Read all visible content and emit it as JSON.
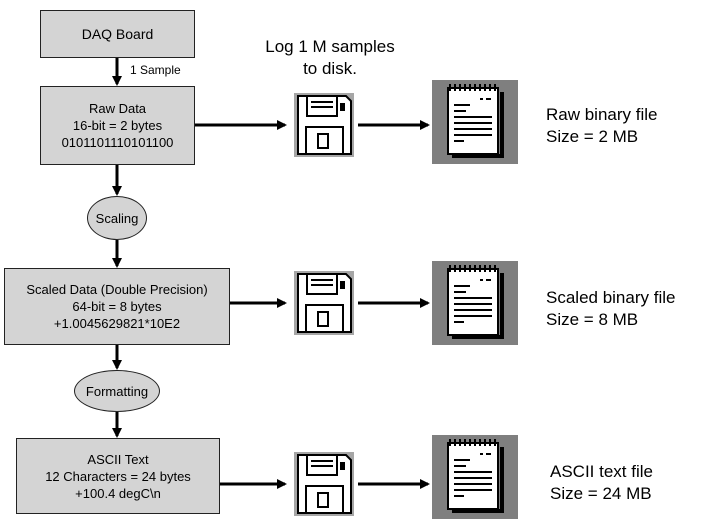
{
  "daq": {
    "label": "DAQ Board"
  },
  "sample_label": "1 Sample",
  "log_label": [
    "Log 1 M samples",
    "to disk."
  ],
  "raw": {
    "title": "Raw Data",
    "bits": "16-bit = 2 bytes",
    "value": "0101101110101100"
  },
  "scaling": "Scaling",
  "scaled": {
    "title": "Scaled Data (Double Precision)",
    "bits": "64-bit = 8 bytes",
    "value": "+1.0045629821*10E2"
  },
  "formatting": "Formatting",
  "ascii": {
    "title": "ASCII Text",
    "bits": "12 Characters = 24 bytes",
    "value": "+100.4 degC\\n"
  },
  "outputs": [
    {
      "name": "Raw binary file",
      "size": "Size = 2 MB"
    },
    {
      "name": "Scaled binary file",
      "size": "Size = 8 MB"
    },
    {
      "name": "ASCII text file",
      "size": "Size = 24 MB"
    }
  ],
  "colors": {
    "box_fill": "#d4d4d4",
    "doc_frame": "#7f7f7f",
    "line": "#000000"
  },
  "icons": [
    "floppy-disk-icon",
    "text-document-icon"
  ]
}
